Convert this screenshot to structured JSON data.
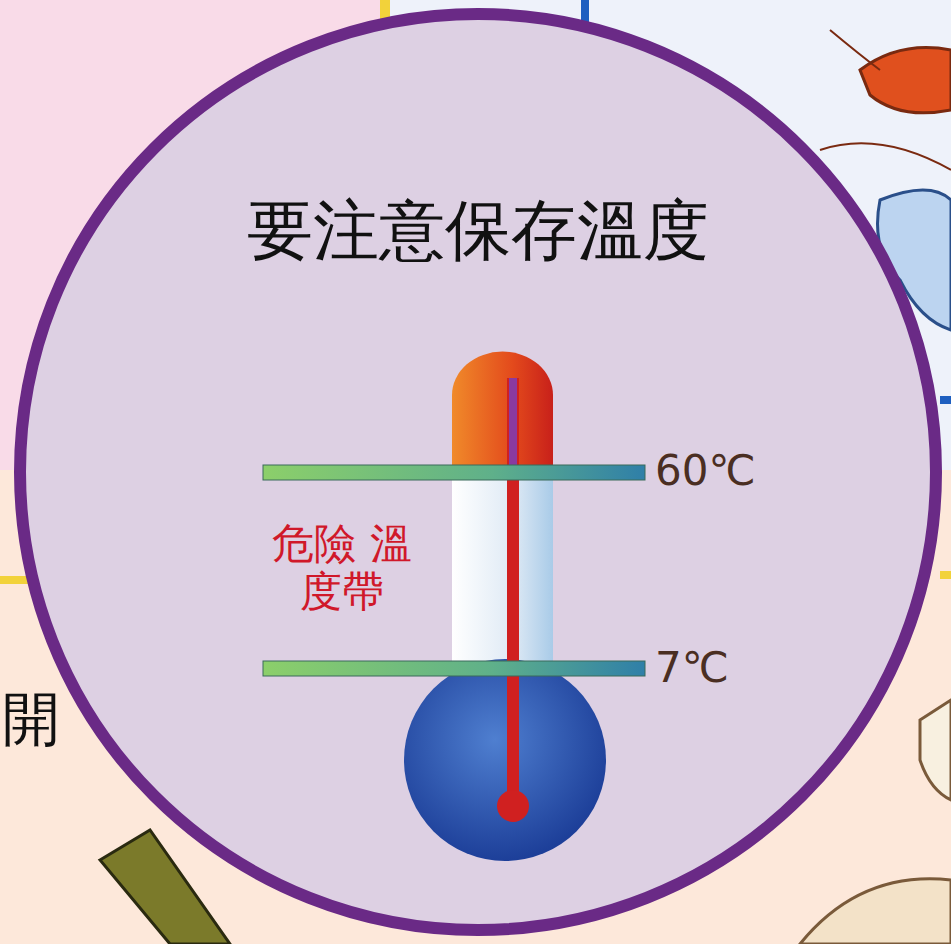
{
  "diagram": {
    "title": "要注意保存溫度",
    "labels": [
      "危險 溫度帶",
      "60℃",
      "7℃",
      "開"
    ]
  }
}
